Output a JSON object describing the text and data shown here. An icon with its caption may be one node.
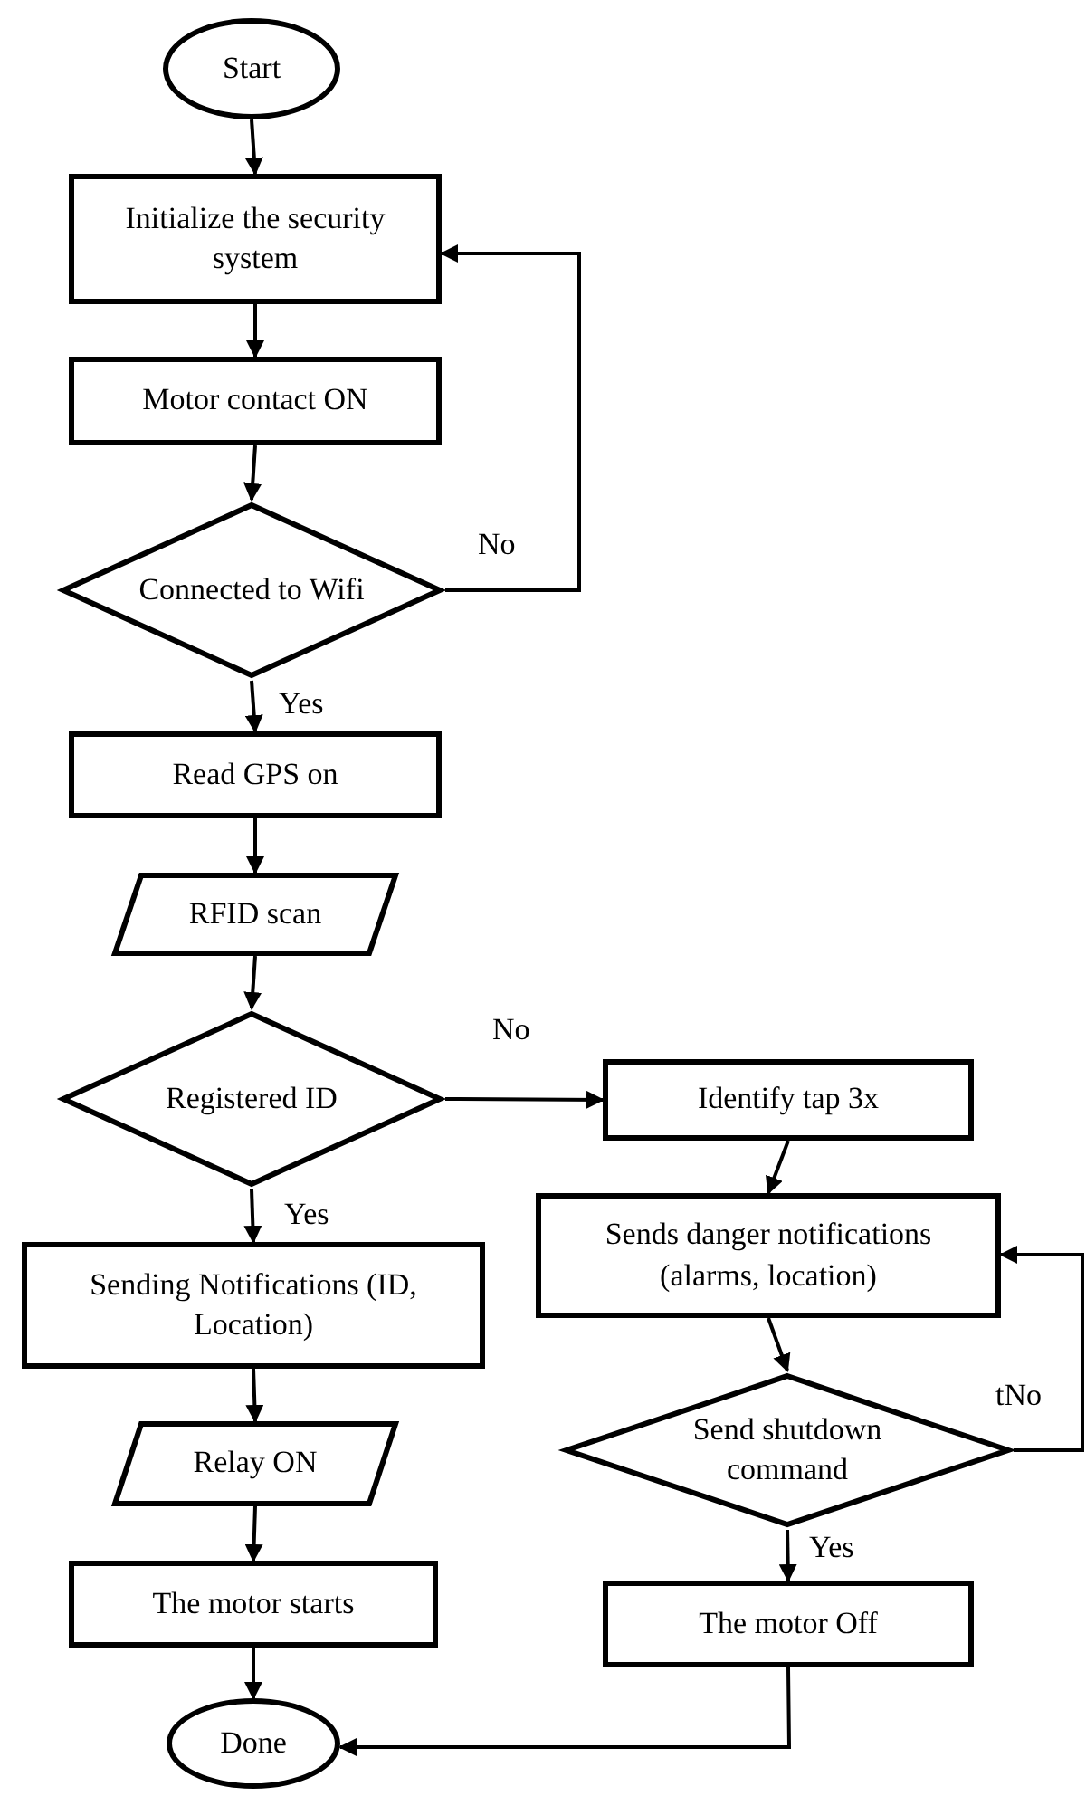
{
  "diagram": {
    "nodes": [
      {
        "text": [
          "Start"
        ]
      },
      {
        "text": [
          "Initialize the security system"
        ]
      },
      {
        "text": [
          "Motor contact ON"
        ]
      },
      {
        "text": [
          "Connected to Wifi"
        ]
      },
      {
        "text": [
          "Read GPS on"
        ]
      },
      {
        "text": [
          "RFID scan"
        ]
      },
      {
        "text": [
          "Registered ID"
        ]
      },
      {
        "text": [
          "Sending Notifications (ID, Location)"
        ]
      },
      {
        "text": [
          "Relay ON"
        ]
      },
      {
        "text": [
          "The motor starts"
        ]
      },
      {
        "text": [
          "Done"
        ]
      },
      {
        "text": [
          "Identify tap 3x"
        ]
      },
      {
        "text": [
          "Sends danger notifications (alarms, location)"
        ]
      },
      {
        "text": [
          "Send shutdown command"
        ]
      },
      {
        "text": [
          "The motor Off"
        ]
      }
    ],
    "edges": [
      {
        "from": 0,
        "to": 1,
        "arrow": "to"
      },
      {
        "from": 1,
        "to": 2,
        "arrow": "to"
      },
      {
        "from": 2,
        "to": 3,
        "arrow": "to"
      },
      {
        "from": 3,
        "to": 4,
        "arrow": "to",
        "label": "Yes"
      },
      {
        "from": 3,
        "to": 1,
        "arrow": "to",
        "label": "No"
      },
      {
        "from": 4,
        "to": 5,
        "arrow": "to"
      },
      {
        "from": 5,
        "to": 6,
        "arrow": "to"
      },
      {
        "from": 6,
        "to": 7,
        "arrow": "to",
        "label": "Yes"
      },
      {
        "from": 6,
        "to": 11,
        "arrow": "to",
        "label": "No"
      },
      {
        "from": 7,
        "to": 8,
        "arrow": "to"
      },
      {
        "from": 8,
        "to": 9,
        "arrow": "to"
      },
      {
        "from": 9,
        "to": 10,
        "arrow": "to"
      },
      {
        "from": 11,
        "to": 12,
        "arrow": "to"
      },
      {
        "from": 12,
        "to": 13,
        "arrow": "to"
      },
      {
        "from": 13,
        "to": 14,
        "arrow": "to",
        "label": "Yes"
      },
      {
        "from": 13,
        "to": 12,
        "arrow": "to",
        "label": "tNo"
      },
      {
        "from": 14,
        "to": 10,
        "arrow": "to"
      }
    ]
  }
}
